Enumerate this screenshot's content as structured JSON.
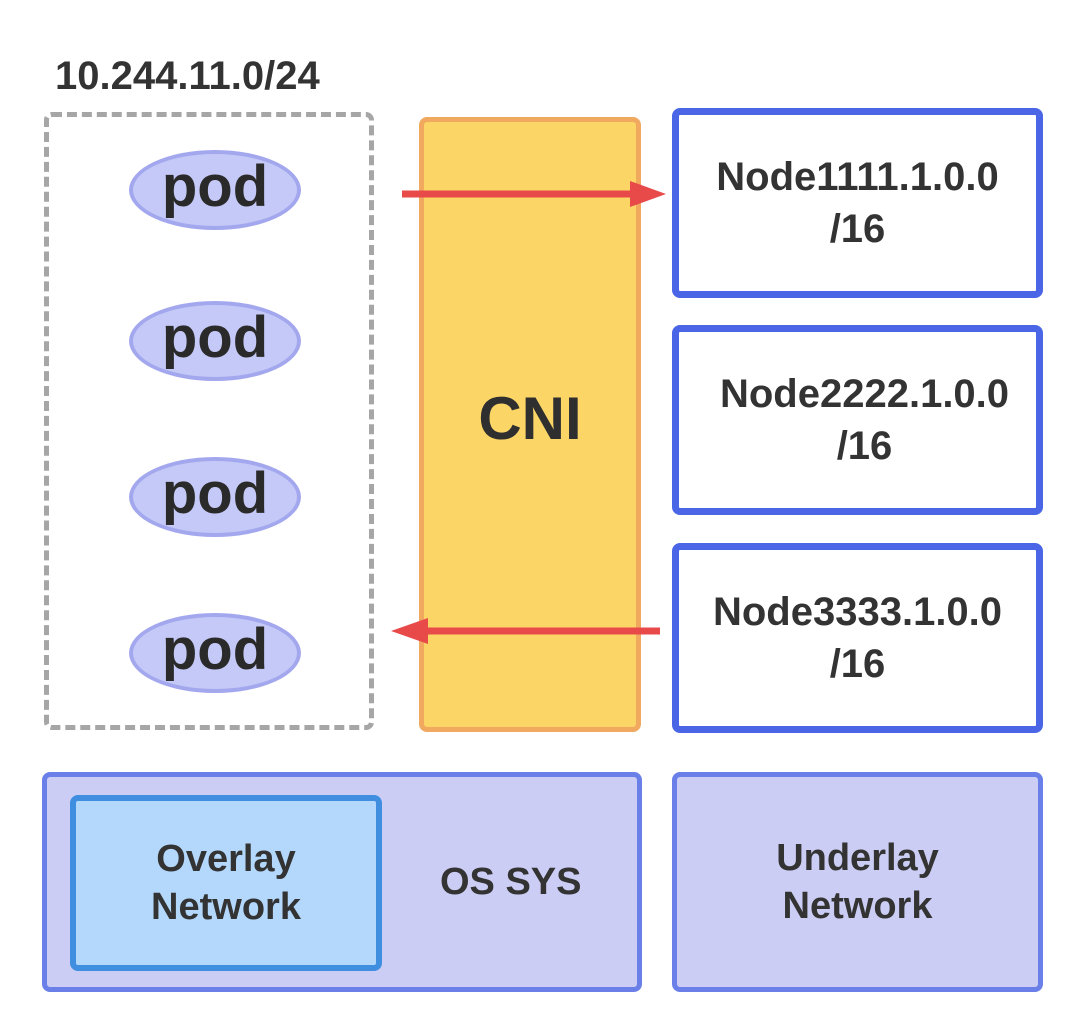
{
  "subnet": {
    "label": "10.244.11.0/24"
  },
  "pods": [
    {
      "label": "pod"
    },
    {
      "label": "pod"
    },
    {
      "label": "pod"
    },
    {
      "label": "pod"
    }
  ],
  "cni": {
    "label": "CNI"
  },
  "nodes": [
    {
      "line1": "Node1111.1.0.0",
      "line2": "/16"
    },
    {
      "line1": "Node2222.1.0.0",
      "line2": "/16"
    },
    {
      "line1": "Node3333.1.0.0",
      "line2": "/16"
    }
  ],
  "overlay": {
    "line1": "Overlay",
    "line2": "Network"
  },
  "os_sys": {
    "label": "OS SYS"
  },
  "underlay": {
    "line1": "Underlay",
    "line2": "Network"
  },
  "arrows": [
    {
      "from": "cni",
      "to": "node-1",
      "color": "#e84a4a"
    },
    {
      "from": "node-3",
      "to": "pod-group",
      "color": "#e84a4a"
    }
  ]
}
